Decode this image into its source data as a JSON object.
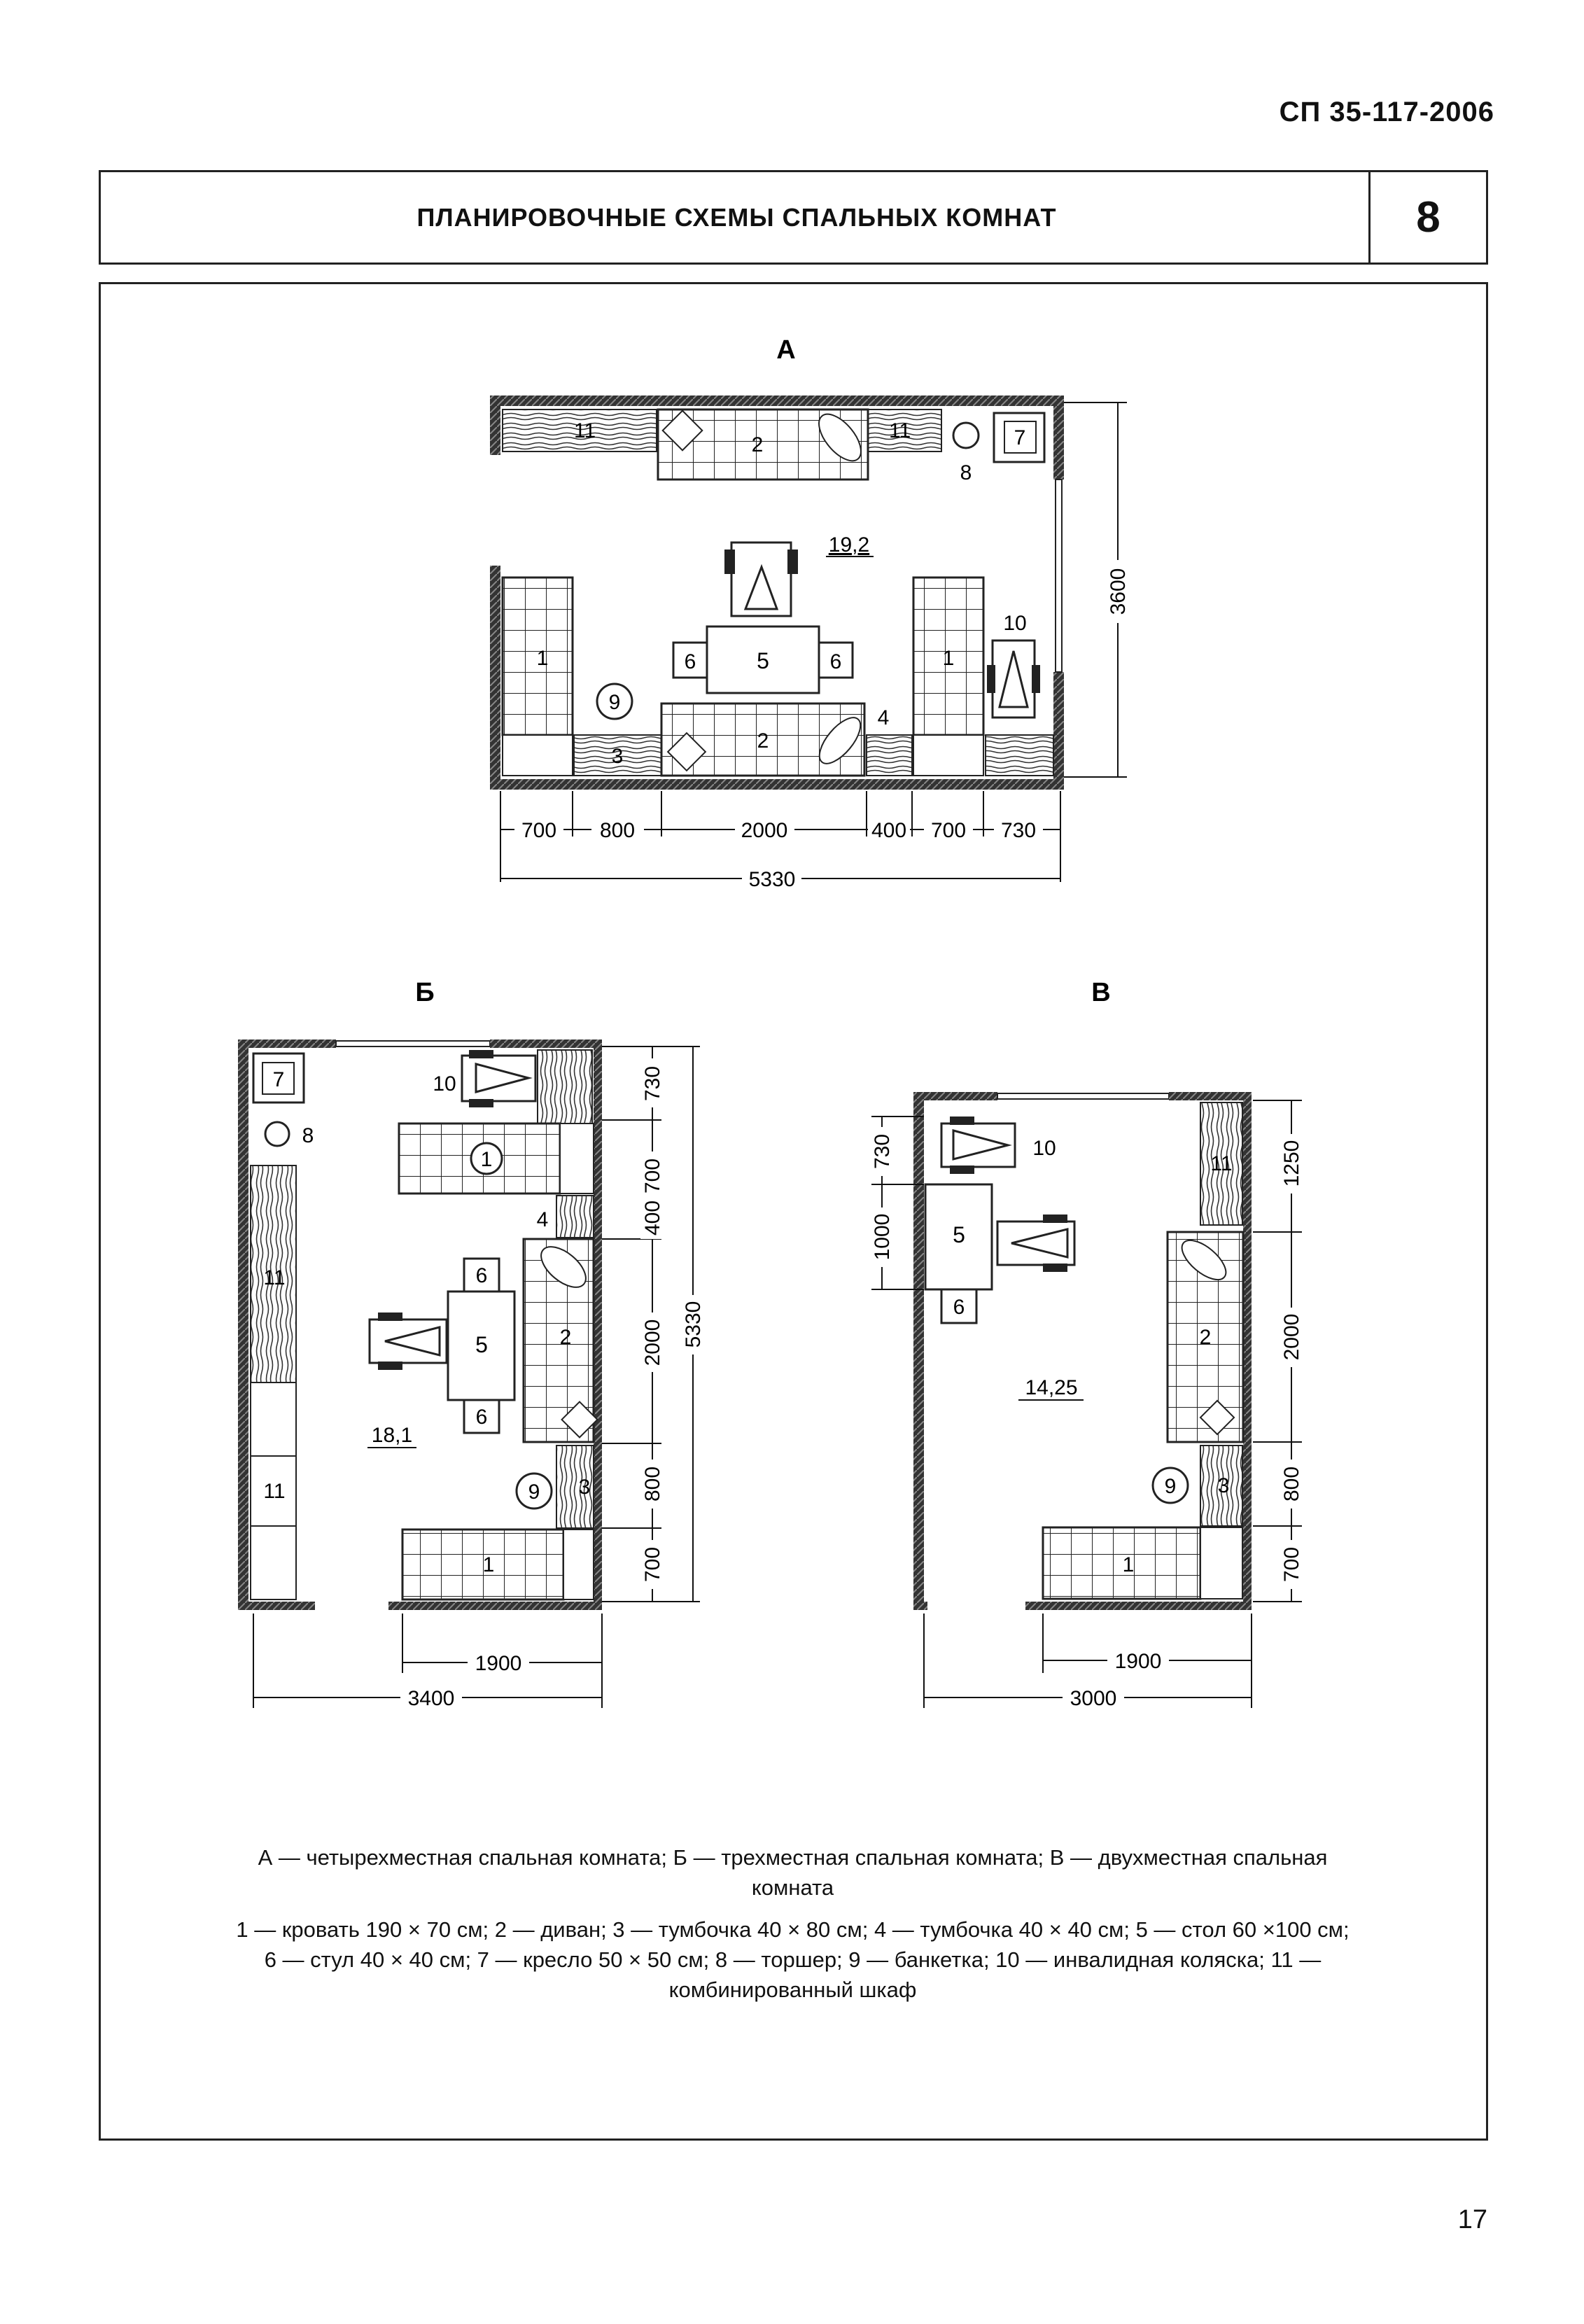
{
  "header": {
    "doc_code": "СП 35-117-2006",
    "title": "ПЛАНИРОВОЧНЫЕ СХЕМЫ СПАЛЬНЫХ КОМНАТ",
    "sheet_number": "8"
  },
  "plans": {
    "a": {
      "label": "А",
      "area": "19,2",
      "dims_horizontal": [
        "700",
        "800",
        "2000",
        "400",
        "700",
        "730"
      ],
      "dim_total": "5330",
      "dim_vertical": "3600",
      "items": {
        "bed": "1",
        "sofa": "2",
        "nightstand_large": "3",
        "nightstand_small": "4",
        "table": "5",
        "chair": "6",
        "armchair": "7",
        "floor_lamp": "8",
        "ottoman": "9",
        "wheelchair": "10",
        "wardrobe": "11"
      }
    },
    "b": {
      "label": "Б",
      "area": "18,1",
      "dims_vertical": [
        "730",
        "700",
        "400",
        "2000",
        "800",
        "700"
      ],
      "dim_total_vertical": "5330",
      "dim_bed": "1900",
      "dim_total": "3400",
      "items": {
        "bed": "1",
        "sofa": "2",
        "nightstand_large": "3",
        "nightstand_small": "4",
        "table": "5",
        "chair": "6",
        "armchair": "7",
        "floor_lamp": "8",
        "ottoman": "9",
        "wheelchair": "10",
        "wardrobe": "11"
      }
    },
    "v": {
      "label": "В",
      "area": "14,25",
      "dims_left": [
        "730",
        "1000"
      ],
      "dims_right": [
        "1250",
        "2000",
        "800",
        "700"
      ],
      "dim_bed": "1900",
      "dim_total": "3000",
      "items": {
        "bed": "1",
        "sofa": "2",
        "nightstand_large": "3",
        "table": "5",
        "chair": "6",
        "ottoman": "9",
        "wheelchair": "10",
        "wardrobe": "11"
      }
    }
  },
  "captions": {
    "rooms": "А — четырехместная спальная комната; Б — трехместная спальная комната; В — двухместная спальная комната",
    "legend": "1 — кровать 190 × 70 см; 2 — диван; 3 — тумбочка 40 × 80 см; 4 — тумбочка 40 × 40 см; 5 — стол 60 ×100 см; 6 — стул 40 × 40 см; 7 — кресло 50 × 50 см; 8 — торшер; 9 — банкетка; 10 — инвалидная коляска; 11 — комбинированный шкаф"
  },
  "page_number": "17"
}
